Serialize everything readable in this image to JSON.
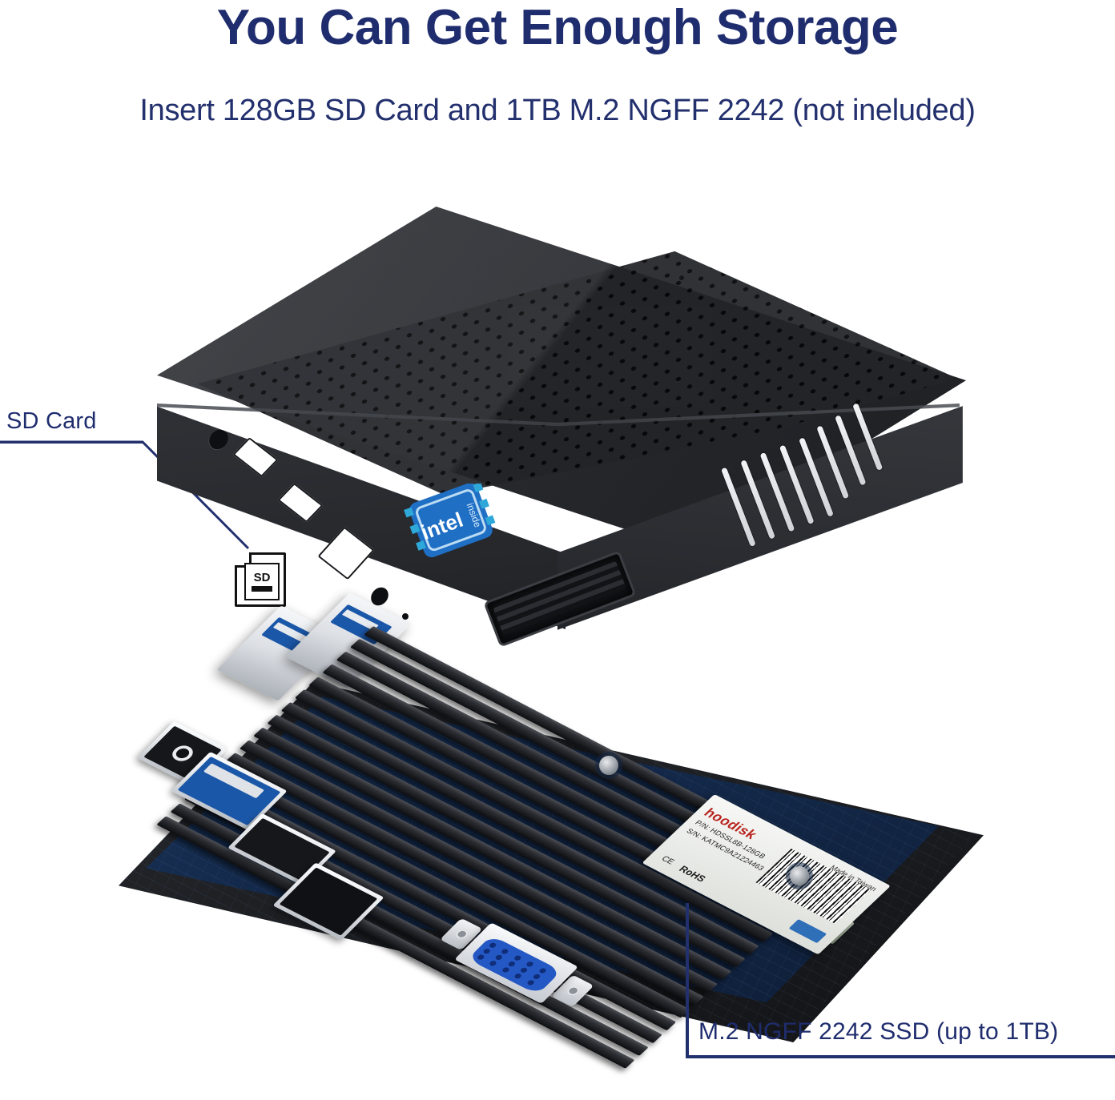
{
  "header": {
    "title": "You Can Get Enough Storage",
    "subtitle": "Insert 128GB SD Card and 1TB M.2 NGFF 2242  (not ineluded)",
    "title_color": "#1f2d6e",
    "subtitle_color": "#23306e"
  },
  "callouts": {
    "sd_card": {
      "label": "SD Card",
      "icon": "sd-card-icon",
      "icon_text": "SD"
    },
    "ssd": {
      "label": "M.2 NGFF 2242 SSD (up to 1TB)"
    },
    "leader_color": "#23306e"
  },
  "product": {
    "badge": {
      "brand": "intel",
      "tagline": "inside",
      "color": "#1f6fc4"
    },
    "ssd_module": {
      "brand": "hoodisk",
      "origin": "Made in Taiwan",
      "part_number": "P/N: HDSSL8B-128GB",
      "serial_number": "S/N: KATMC9A21224463",
      "compliance": "RoHS",
      "ce_mark": "CE",
      "brand_color": "#b8241f"
    },
    "colors": {
      "chassis": "#2b2d32",
      "pcb": "#14294a",
      "heatsink": "#1a1c20",
      "usb3_blue": "#1b57a8",
      "vga_blue": "#2458c4",
      "background": "#ffffff"
    }
  }
}
